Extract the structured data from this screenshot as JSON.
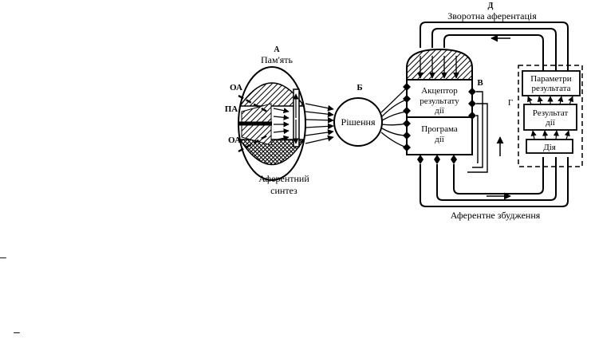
{
  "labels": {
    "a": "А",
    "memory": "Пам'ять",
    "oa_top": "ОА",
    "pa": "ПА",
    "oa_bottom": "ОА",
    "synthesis_line1": "Аферентний",
    "synthesis_line2": "синтез",
    "b": "Б",
    "decision": "Рішення",
    "v": "В",
    "acceptor_line1": "Акцептор",
    "acceptor_line2": "результату",
    "acceptor_line3": "дії",
    "program_line1": "Програма",
    "program_line2": "дії",
    "d": "Д",
    "reverse_afferentation": "Зворотна аферентація",
    "g": "Г",
    "params_line1": "Параметри",
    "params_line2": "результата",
    "result_line1": "Результат",
    "result_line2": "дії",
    "action": "Дія",
    "afferent_excitation": "Аферентне збудження"
  },
  "footnotes": [
    "–",
    "–"
  ]
}
